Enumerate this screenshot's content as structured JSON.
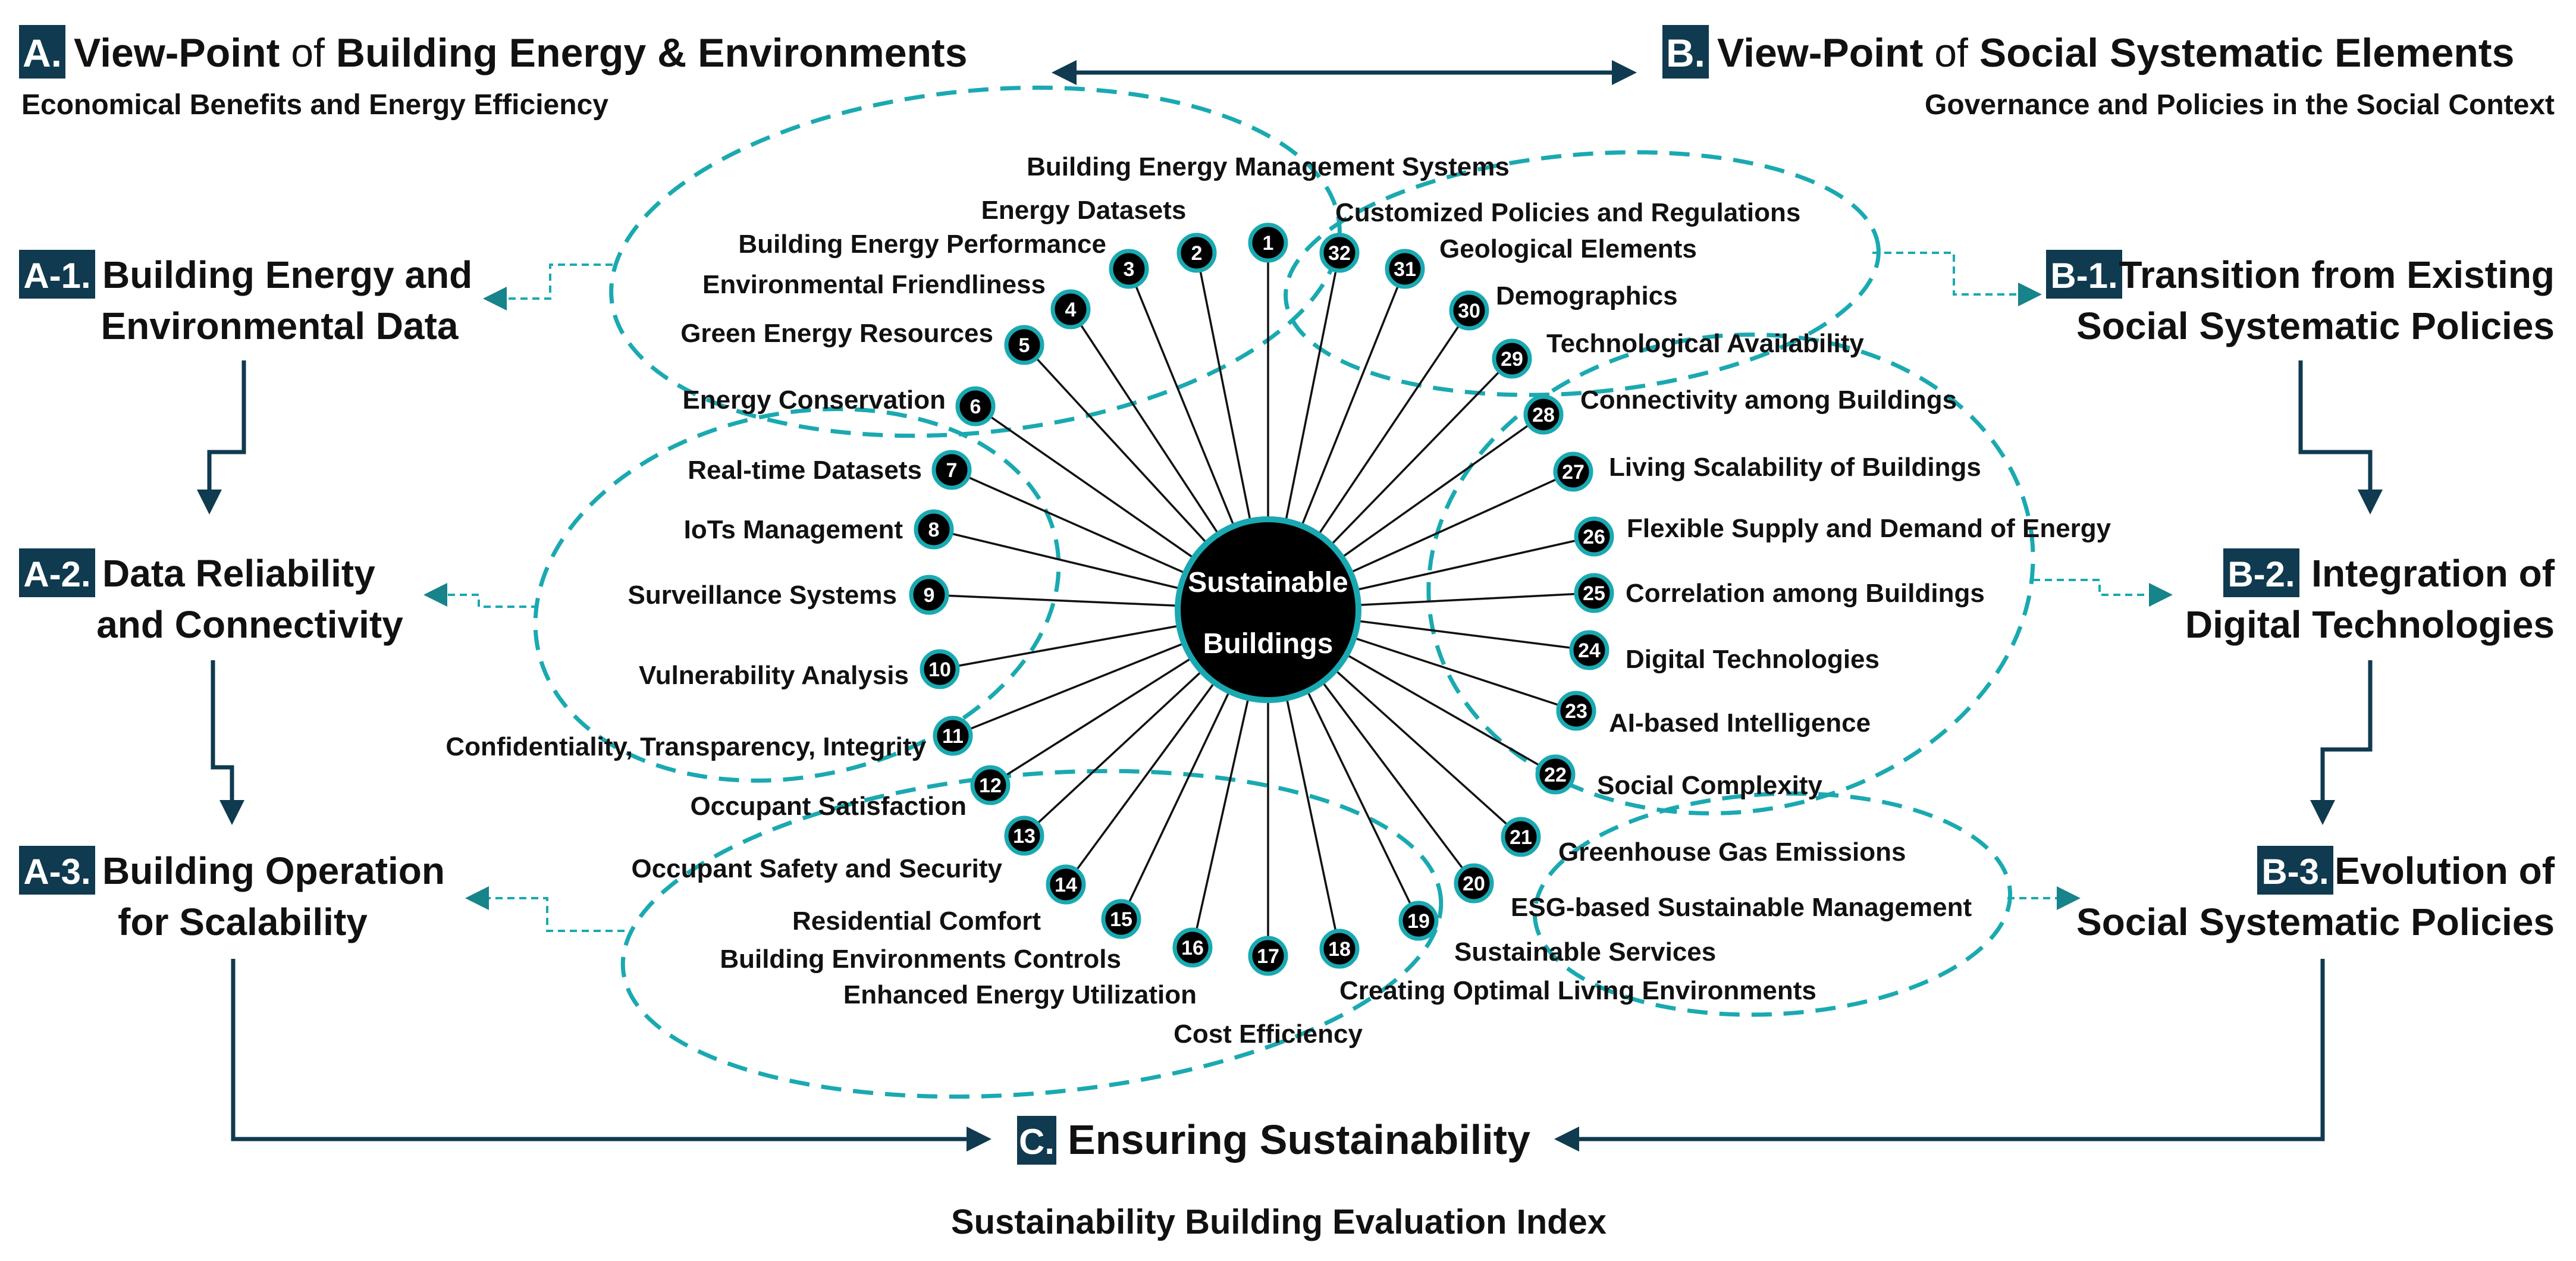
{
  "colors": {
    "accent": "#1aa9b1",
    "badge": "#0f3a4f",
    "node": "#000000"
  },
  "sections": {
    "A": {
      "badge": "A.",
      "title_a": "View-Point",
      "title_of": " of ",
      "title_b": "Building Energy & Environments",
      "subtitle": "Economical Benefits and Energy Efficiency"
    },
    "B": {
      "badge": "B.",
      "title_a": "View-Point",
      "title_of": " of ",
      "title_b": "Social Systematic Elements",
      "subtitle": "Governance and Policies in the Social Context"
    },
    "A1": {
      "badge": "A-1.",
      "line1": "Building Energy and",
      "line2": "Environmental Data"
    },
    "A2": {
      "badge": "A-2.",
      "line1": "Data Reliability",
      "line2": "and Connectivity"
    },
    "A3": {
      "badge": "A-3.",
      "line1": "Building Operation",
      "line2": "for Scalability"
    },
    "B1": {
      "badge": "B-1.",
      "line1": "Transition from Existing",
      "line2": "Social Systematic Policies"
    },
    "B2": {
      "badge": "B-2.",
      "line1": "Integration of",
      "line2": "Digital Technologies"
    },
    "B3": {
      "badge": "B-3.",
      "line1": "Evolution of",
      "line2": "Social Systematic Policies"
    },
    "C": {
      "badge": "C.",
      "title": "Ensuring Sustainability",
      "subtitle": "Sustainability Building Evaluation Index"
    }
  },
  "center": {
    "line1": "Sustainable",
    "line2": "Buildings"
  },
  "nodes": [
    {
      "num": "1",
      "label": "Building Energy Management Systems"
    },
    {
      "num": "2",
      "label": "Energy Datasets"
    },
    {
      "num": "3",
      "label": "Building Energy Performance"
    },
    {
      "num": "4",
      "label": "Environmental Friendliness"
    },
    {
      "num": "5",
      "label": "Green Energy Resources"
    },
    {
      "num": "6",
      "label": "Energy Conservation"
    },
    {
      "num": "7",
      "label": "Real-time Datasets"
    },
    {
      "num": "8",
      "label": "IoTs Management"
    },
    {
      "num": "9",
      "label": "Surveillance Systems"
    },
    {
      "num": "10",
      "label": "Vulnerability Analysis"
    },
    {
      "num": "11",
      "label": "Confidentiality, Transparency, Integrity"
    },
    {
      "num": "12",
      "label": "Occupant Satisfaction"
    },
    {
      "num": "13",
      "label": "Occupant Safety and Security"
    },
    {
      "num": "14",
      "label": "Residential Comfort"
    },
    {
      "num": "15",
      "label": "Building Environments Controls"
    },
    {
      "num": "16",
      "label": "Enhanced Energy Utilization"
    },
    {
      "num": "17",
      "label": "Cost Efficiency"
    },
    {
      "num": "18",
      "label": "Creating Optimal Living Environments"
    },
    {
      "num": "19",
      "label": "Sustainable Services"
    },
    {
      "num": "20",
      "label": "ESG-based Sustainable Management"
    },
    {
      "num": "21",
      "label": "Greenhouse Gas Emissions"
    },
    {
      "num": "22",
      "label": "Social Complexity"
    },
    {
      "num": "23",
      "label": "AI-based Intelligence"
    },
    {
      "num": "24",
      "label": "Digital Technologies"
    },
    {
      "num": "25",
      "label": "Correlation among Buildings"
    },
    {
      "num": "26",
      "label": "Flexible Supply and Demand of Energy"
    },
    {
      "num": "27",
      "label": "Living Scalability of Buildings"
    },
    {
      "num": "28",
      "label": "Connectivity among Buildings"
    },
    {
      "num": "29",
      "label": "Technological Availability"
    },
    {
      "num": "30",
      "label": "Demographics"
    },
    {
      "num": "31",
      "label": "Geological Elements"
    },
    {
      "num": "32",
      "label": "Customized Policies and Regulations"
    }
  ]
}
